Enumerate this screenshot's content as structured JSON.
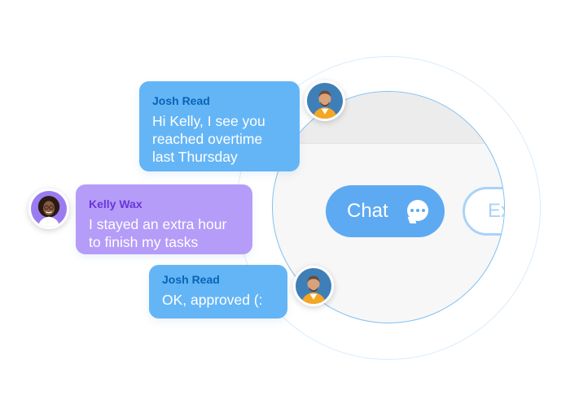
{
  "zoom_panel": {
    "chat_button_label": "Chat",
    "chat_icon": "chat-bubble-icon",
    "second_button_label": "Ex"
  },
  "messages": [
    {
      "sender": "Josh Read",
      "text": "Hi Kelly, I see you\nreached overtime\nlast Thursday",
      "avatar": "man-avatar"
    },
    {
      "sender": "Kelly Wax",
      "text": "I stayed an extra hour\nto finish my tasks",
      "avatar": "woman-avatar"
    },
    {
      "sender": "Josh Read",
      "text": "OK, approved (:",
      "avatar": "man-avatar"
    }
  ],
  "colors": {
    "blue_bubble": "#64b5f6",
    "purple_bubble": "#b49cf8",
    "button_blue": "#5daaf3"
  }
}
